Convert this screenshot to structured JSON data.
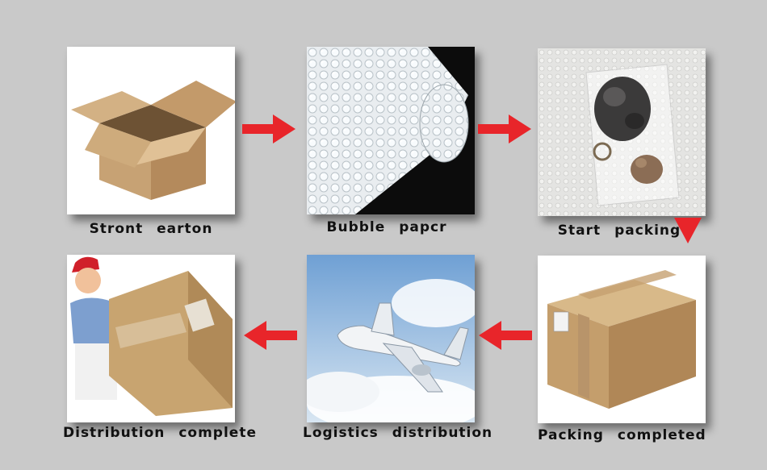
{
  "steps": [
    {
      "label": "Stront  earton",
      "icon": "open-box-icon"
    },
    {
      "label": "Bubble  papcr",
      "icon": "bubble-wrap-icon"
    },
    {
      "label": "Start  packing",
      "icon": "jewelry-bag-icon"
    },
    {
      "label": "Packing  completed",
      "icon": "sealed-box-icon"
    },
    {
      "label": "Logistics  distribution",
      "icon": "airplane-icon"
    },
    {
      "label": "Distribution  complete",
      "icon": "courier-icon"
    }
  ],
  "colors": {
    "background": "#c9c9c9",
    "arrow": "#e8252a",
    "cardboard": "#c9a877"
  }
}
